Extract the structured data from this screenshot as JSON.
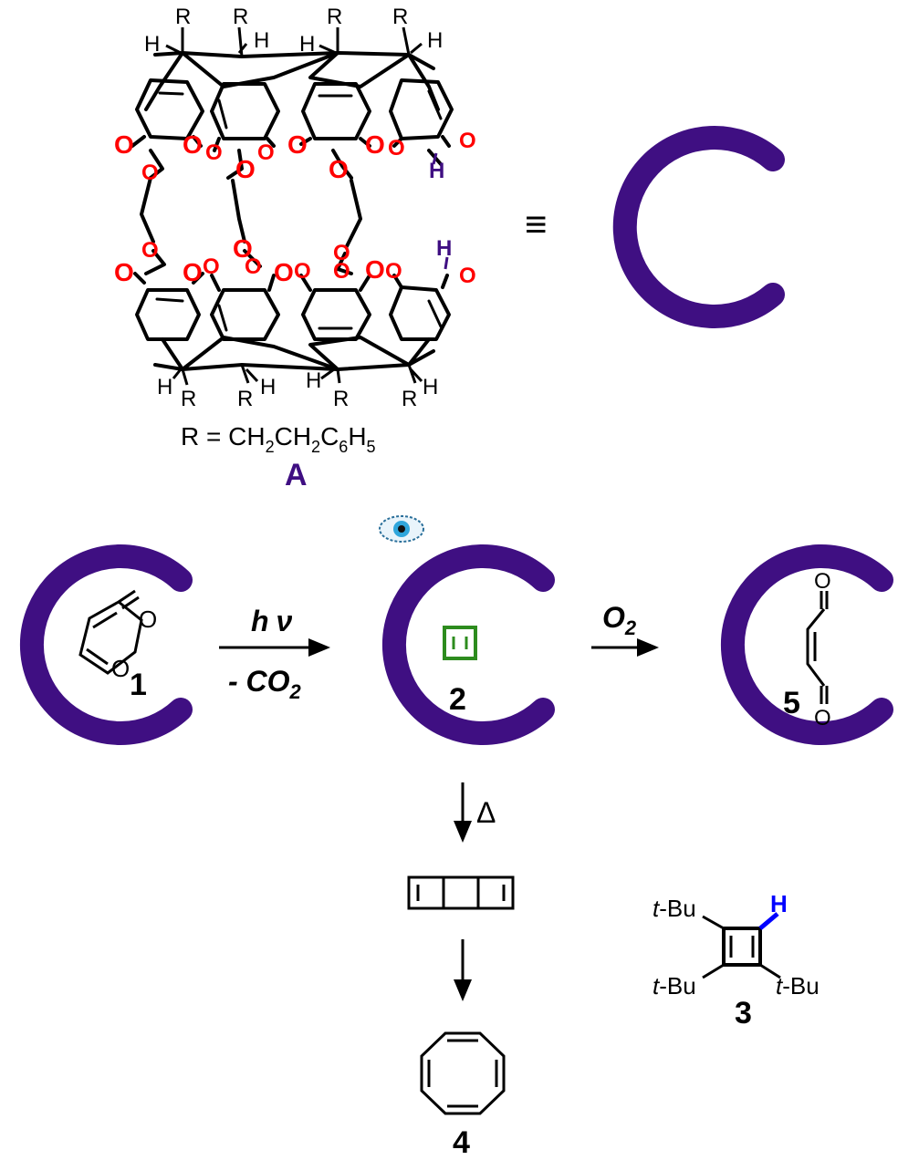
{
  "colors": {
    "cavitand": "#3f0f82",
    "oxygen": "#ff0000",
    "highlight_h": "#3f0f82",
    "cyclobutadiene": "#2d8c1e",
    "cbd_h": "#0000ff",
    "bond": "#000000"
  },
  "icons": [
    "eye-icon"
  ],
  "cavitand_A": {
    "label": "A",
    "r_definition": {
      "prefix": "R = CH",
      "s1": "2",
      "m1": "CH",
      "s2": "2",
      "m2": "C",
      "s3": "6",
      "m3": "H",
      "s4": "5"
    },
    "r_group": "R",
    "h_atom": "H",
    "o_atom": "O",
    "equivalent_symbol": "≡"
  },
  "reaction_1_to_2": {
    "compound_label": "1",
    "ring_o": "O",
    "carbonyl_o": "O",
    "arrow_top": "hν",
    "arrow_top_h": "h",
    "arrow_top_nu": "ν",
    "arrow_bottom_prefix": "- CO",
    "arrow_bottom_sub": "2"
  },
  "compound_2": {
    "label": "2"
  },
  "reaction_2_to_5": {
    "arrow_top_main": "O",
    "arrow_top_sub": "2",
    "compound_label": "5",
    "o_top": "O",
    "o_bottom": "O"
  },
  "reaction_2_down": {
    "arrow_label": "Δ"
  },
  "compound_4": {
    "label": "4"
  },
  "compound_3": {
    "label": "3",
    "tbu_italic": "t",
    "tbu_rest": "-Bu",
    "h_atom": "H"
  }
}
